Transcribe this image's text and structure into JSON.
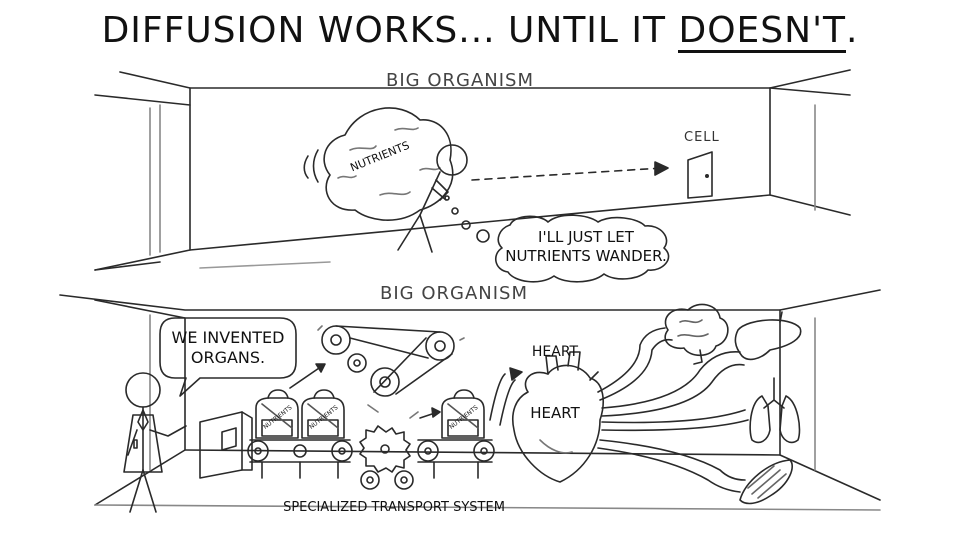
{
  "title": {
    "prefix": "DIFFUSION WORKS... UNTIL IT ",
    "emphasis": "DOESN'T",
    "suffix": "."
  },
  "top_panel": {
    "room_label": "BIG ORGANISM",
    "boulder_text": "NUTRIENTS",
    "door_label": "CELL",
    "thought_line1": "I'LL JUST LET",
    "thought_line2": "NUTRIENTS WANDER."
  },
  "bottom_panel": {
    "room_label": "BIG ORGANISM",
    "speech_line1": "WE INVENTED",
    "speech_line2": "ORGANS.",
    "backpack_text": "NUTRIENTS",
    "heart_top_label": "HEART",
    "heart_body_label": "HEART",
    "caption": "SPECIALIZED TRANSPORT SYSTEM"
  }
}
